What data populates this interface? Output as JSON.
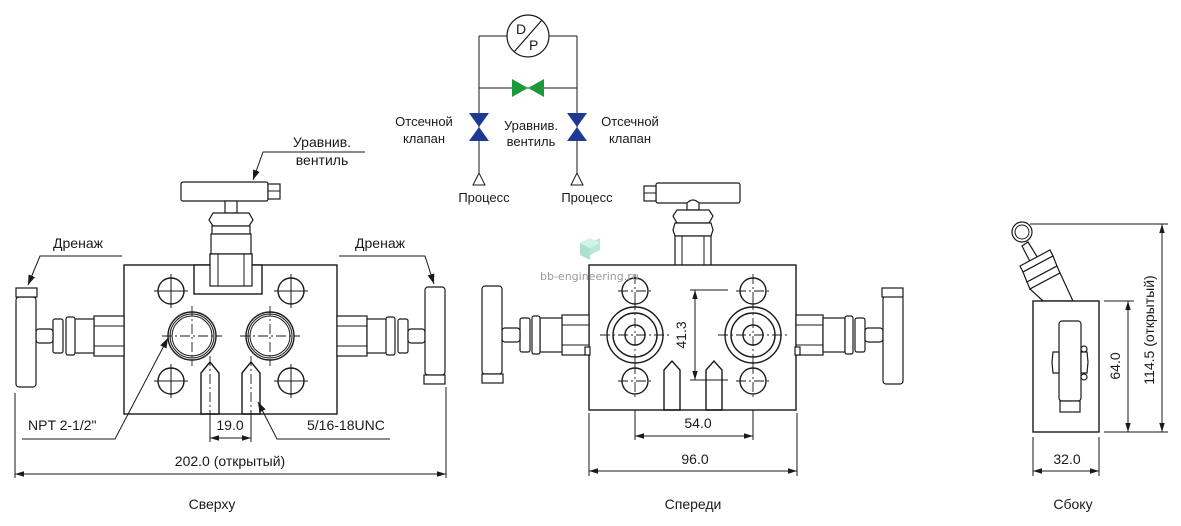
{
  "schematic": {
    "gauge_top": "D",
    "gauge_bottom": "P",
    "left_valve_label": [
      "Отсечной",
      "клапан"
    ],
    "right_valve_label": [
      "Отсечной",
      "клапан"
    ],
    "equalizer_label": [
      "Уравнив.",
      "вентиль"
    ],
    "left_process_label": "Процесс",
    "right_process_label": "Процесс",
    "colors": {
      "isolation_valve": "#1f3a93",
      "equalizer_valve": "#1a9a3a"
    }
  },
  "top_view": {
    "equalizer_callout": [
      "Уравнив.",
      "вентиль"
    ],
    "drain_left": "Дренаж",
    "drain_right": "Дренаж",
    "thread_npt": "NPT 2-1/2\"",
    "thread_unc": "5/16-18UNC",
    "dim_bolt_spacing": "19.0",
    "dim_overall": "202.0 (открытый)",
    "caption": "Сверху"
  },
  "front_view": {
    "watermark": "bb-engineering.ru",
    "dim_vertical": "41.3",
    "dim_holes": "54.0",
    "dim_width": "96.0",
    "caption": "Спереди"
  },
  "side_view": {
    "dim_height_body": "64.0",
    "dim_height_open": "114.5 (открытый)",
    "dim_width": "32.0",
    "caption": "Сбоку"
  }
}
